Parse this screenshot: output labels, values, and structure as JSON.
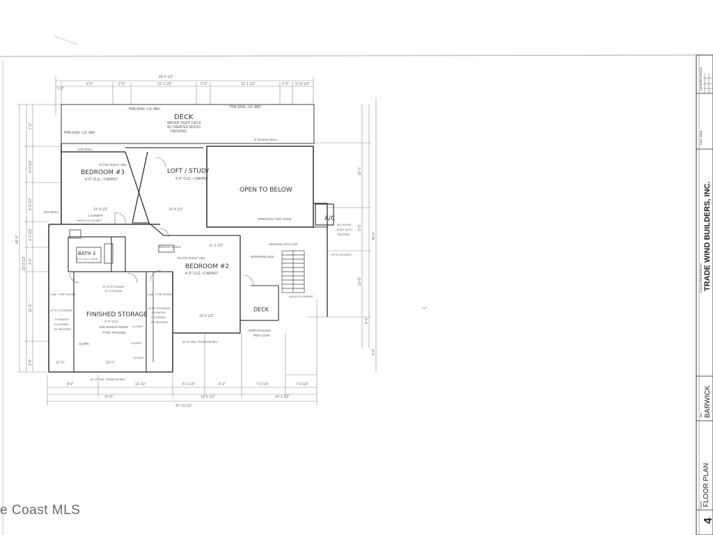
{
  "rooms": {
    "deck_top": "DECK",
    "deck_note1": "WATER TIGHT DECK",
    "deck_note2": "W/ TREATED WOOD",
    "deck_note3": "DECKING",
    "bedroom3": "BEDROOM #3",
    "bedroom3_ceiling": "4'-0\" CLG. / CARPET",
    "plate_shelf": "PLATE SHELF ABV.",
    "loft": "LOFT / STUDY",
    "loft_ceiling": "9'-0\" CLG. / CARPET",
    "open_to_below": "OPEN TO BELOW",
    "open_rail": "OPEN RAIL PER CODE",
    "ac": "A/C",
    "ac_note1": "A/C ROOM",
    "ac_note2": "BUILT INTO",
    "ac_note3": "TRUSSES",
    "attic_access": "ATTIC ACCESS",
    "laundry": "LAUNDRY",
    "shoot": "SHOOT IN CLOSET",
    "bath3": "BATH 3",
    "bath3_ceiling": "4'-0\" CLG. / TILE",
    "bedroom2": "BEDROOM #2",
    "bedroom2_ceiling": "4'-0\" CLG. / CARPET",
    "plate_shelf2": "PLATE SHELF ABV.",
    "mirror_slider": "MIRROR SLIDER",
    "bookshelves": "BOOKSHELVES",
    "handrail": "HANDRAIL PER CODE",
    "wood_flooring": "WOOD FLOORING",
    "deck_small": "DECK",
    "open_railing": "OPEN RAILING",
    "per_code": "PER CODE",
    "finished_storage": "FINISHED STORAGE",
    "fs_ceiling": "4'-0\" CLG.",
    "fs_note1": "USE BONUS ROOM",
    "fs_note2": "TYPE TRUSSES",
    "attic_left1": "ATTIC STORAGE",
    "attic_left2": "PLYWOOD",
    "attic_left3": "FLOORING",
    "attic_left4": "IN TRUSSES",
    "attic_right1": "ATTIC STORAGE",
    "attic_right2": "PLYWOOD",
    "attic_right3": "FLOORING",
    "attic_right4": "IN TRUSSES",
    "cab_doors_left": "CAB. TYPE DOORS",
    "cab_doors_right": "CAB. TYPE DOORS",
    "step_down": "1/2 STEP DOWN",
    "step_down2": "TO STORAGE",
    "slope": "SLOPE",
    "closet1": "CLOSET",
    "closet2": "CLOSET",
    "closet3": "CLOSET",
    "transom_left": "M/ 12\" EBL TRANSOM ABV.",
    "transom_right": "M/ 12\" EBL TRANSOM ABV.",
    "pre_eng_left": "PRE-ENG. LVL ABV.",
    "pre_eng_top1": "PRE-ENG. LVL ABV.",
    "pre_eng_top2": "PRE-ENG. LVL ABV.",
    "block_wall": "8\" BLOCK WALL",
    "wall_2x6": "2X6 WALL",
    "wall_2x4": "2X4 WALL"
  },
  "dimensions": {
    "overall_top": "44'-0 1/2\"",
    "top": [
      "1'-0\"",
      "6'-5\"",
      "2'-0\"",
      "13'-1 1/2\"",
      "2'-0\"",
      "13'-1 1/2\"",
      "2'-0\"",
      "3'-10 1/2\""
    ],
    "left": [
      "7'-0\"",
      "6'-0 1/2\"",
      "8'-0 1/2\"",
      "4'-4 1/2\"",
      "3'-6\"",
      "11'-0\"",
      "3'-8\""
    ],
    "left_overall1": "46'-0\"",
    "left_overall2": "32'-8 1/2\"",
    "right": [
      "10'-7\"",
      "3'-5\"",
      "10'-8\"",
      "5'-6\"",
      "5'-6\""
    ],
    "right_overall": "46'-0\"",
    "bottom1": [
      "8'-0\"",
      "12'-10\"",
      "5'-3 1/2\"",
      "8'-2\"",
      "7'-2 1/2\"",
      "7'-4 1/2\""
    ],
    "bottom2": [
      "31'-6\"",
      "11'-5 1/2\"",
      "14'-1 1/2\""
    ],
    "bottom_overall": "47'-10 1/2\"",
    "interior": [
      "13'-4 1/2\"",
      "12'-4 1/2\"",
      "11'-2 1/2\"",
      "10'-4 1/2\"",
      "12'-0\"",
      "12'-0\""
    ]
  },
  "title_block": {
    "date_label": "DATE/REVISIONS",
    "eng_seal": "ENG. SEAL",
    "plans_prepared_by": "PLANS PREPARED BY",
    "company": "TRADE WIND BUILDERS, INC.",
    "name_label": "Title",
    "project": "BARWICK",
    "sheet_label": "Sheet",
    "sheet_title": "FLOOR PLAN",
    "sheet_number": "4"
  },
  "watermark": "e Coast MLS"
}
